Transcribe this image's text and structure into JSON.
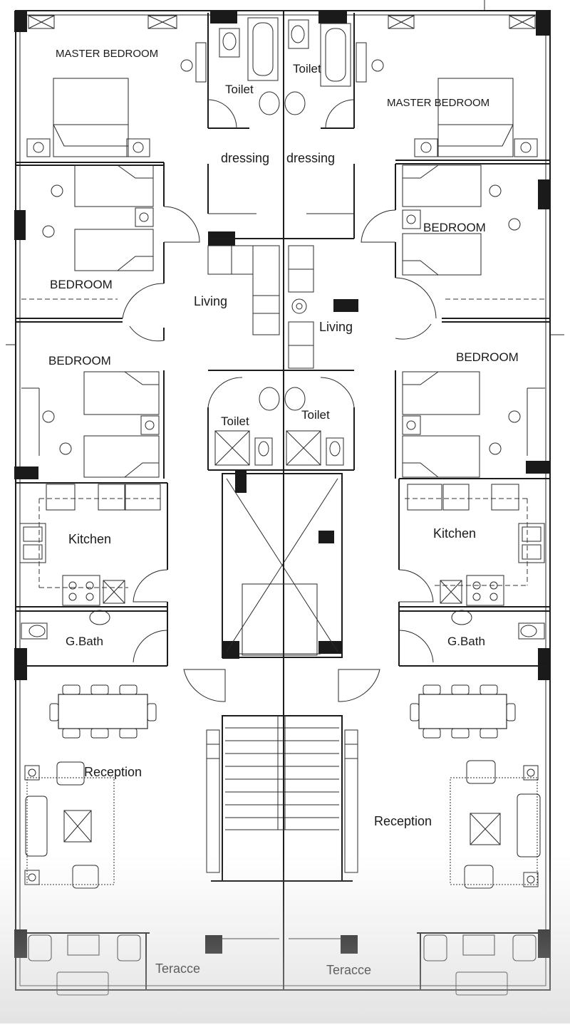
{
  "plan": {
    "labels": {
      "master_bedroom_left": "MASTER BEDROOM",
      "master_bedroom_right": "MASTER BEDROOM",
      "toilet_top_left": "Toilet",
      "toilet_top_right": "Toilet",
      "dressing_left": "dressing",
      "dressing_right": "dressing",
      "bedroom_upper_left": "BEDROOM",
      "bedroom_upper_right": "BEDROOM",
      "living_left": "Living",
      "living_right": "Living",
      "bedroom_lower_left": "BEDROOM",
      "bedroom_lower_right": "BEDROOM",
      "toilet_mid_left": "Toilet",
      "toilet_mid_right": "Toilet",
      "kitchen_left": "Kitchen",
      "kitchen_right": "Kitchen",
      "gbath_left": "G.Bath",
      "gbath_right": "G.Bath",
      "reception_left": "Reception",
      "reception_right": "Reception",
      "terrace_left": "Teracce",
      "terrace_right": "Teracce"
    },
    "colors": {
      "line": "#1c1c1c",
      "background": "#ffffff",
      "column_fill": "#1a1a1a"
    }
  }
}
